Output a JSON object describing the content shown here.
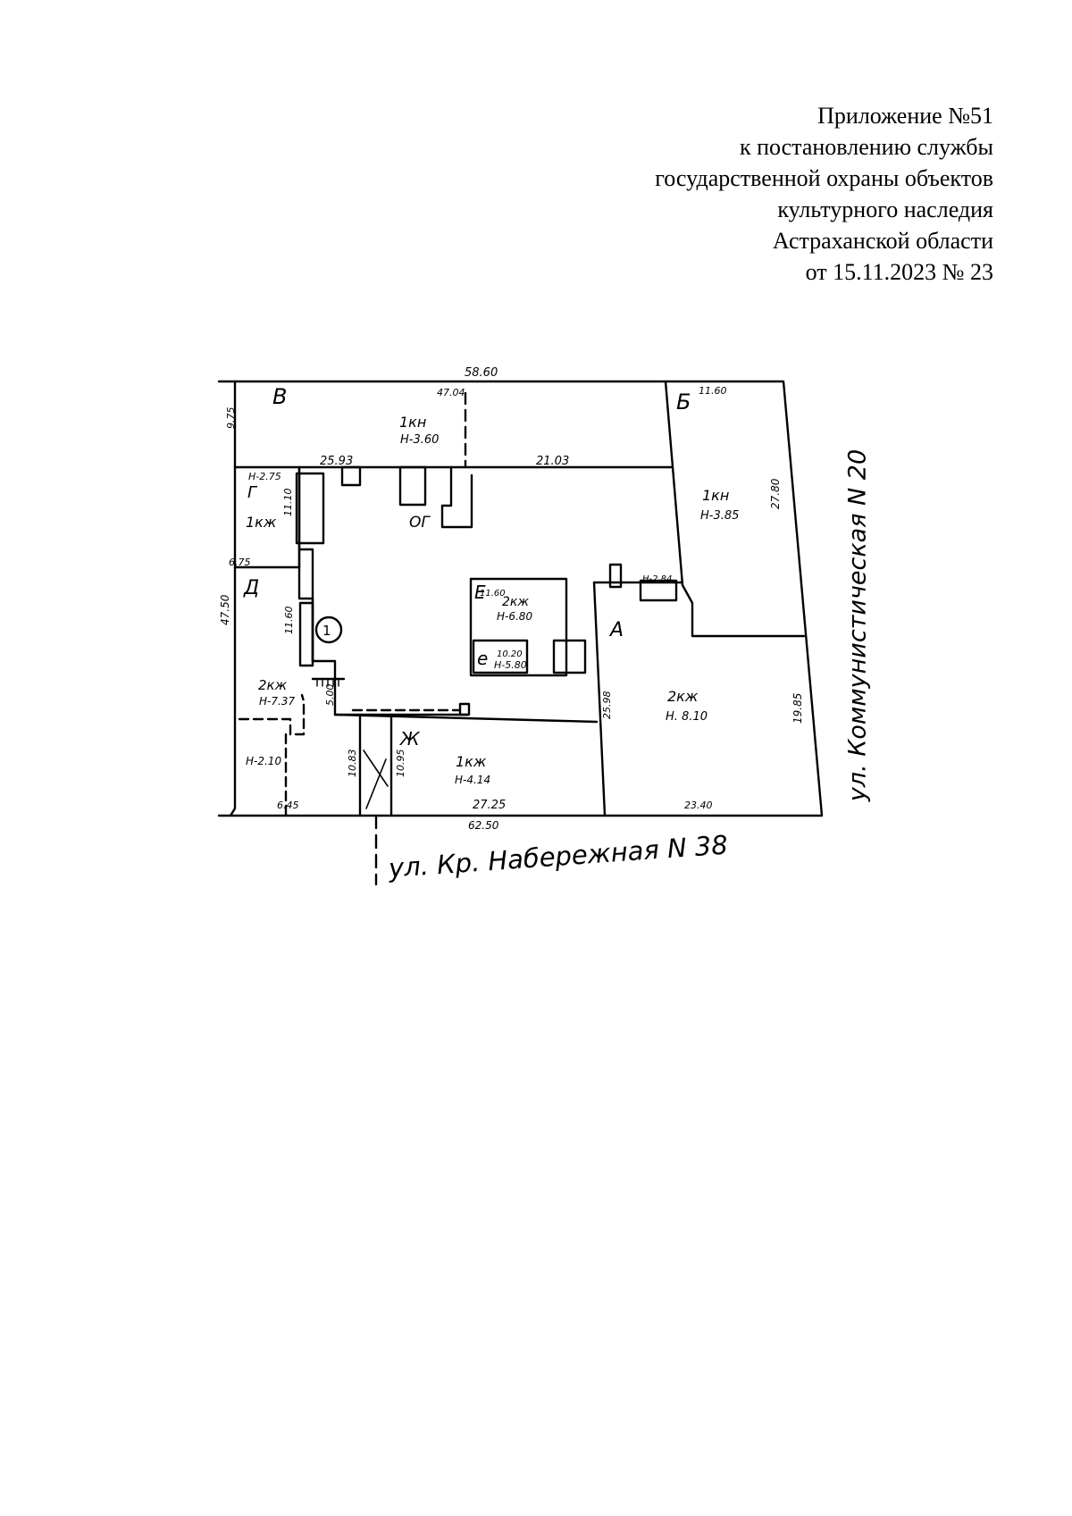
{
  "header": {
    "lines": [
      "Приложение №51",
      "к постановлению службы",
      "государственной охраны объектов",
      "культурного наследия",
      "Астраханской области",
      "от 15.11.2023 № 23"
    ]
  },
  "plan": {
    "streets": {
      "bottom": "ул. Кр. Набережная N 38",
      "right": "ул. Коммунистическая N 20"
    },
    "dimensions": {
      "top_total": "58.60",
      "top_mid": "47.04",
      "top_right": "11.60",
      "left_top": "9.75",
      "left_total": "47.50",
      "inner_top_left": "25.93",
      "inner_top_right": "21.03",
      "left_small": "6.75",
      "right_outer": "27.80",
      "courtyard_left": "11.60",
      "bottom_left": "6.45",
      "bottom_mid": "27.25",
      "bottom_right": "23.40",
      "bottom_total": "62.50",
      "passage_left": "10.83",
      "passage_right": "10.95",
      "right_lower": "19.85",
      "a_left": "25.98",
      "small_v1": "11.10",
      "small_v2": "5.00",
      "e_top": "11.60",
      "e_bottom": "10.20"
    },
    "buildings": {
      "V": {
        "letter": "В",
        "type": "1кн",
        "height": "Н-3.60"
      },
      "B": {
        "letter": "Б",
        "type": "1кн",
        "height": "Н-3.85"
      },
      "G": {
        "letter": "Г",
        "type": "1кж",
        "height": "Н-2.75"
      },
      "D": {
        "letter": "Д",
        "type": "2кж",
        "height": "Н-7.37",
        "height2": "Н-2.10"
      },
      "E": {
        "letter": "Е",
        "type": "2кж",
        "height": "Н-6.80"
      },
      "e": {
        "letter": "е",
        "height": "Н-5.80"
      },
      "A": {
        "letter": "А",
        "type": "2кж",
        "height": "Н. 8.10"
      },
      "A_small": {
        "height": "Н-2.84"
      },
      "Zh": {
        "letter": "Ж",
        "type": "1кж",
        "height": "Н-4.14"
      },
      "marker": "1",
      "og": "ОГ"
    }
  }
}
